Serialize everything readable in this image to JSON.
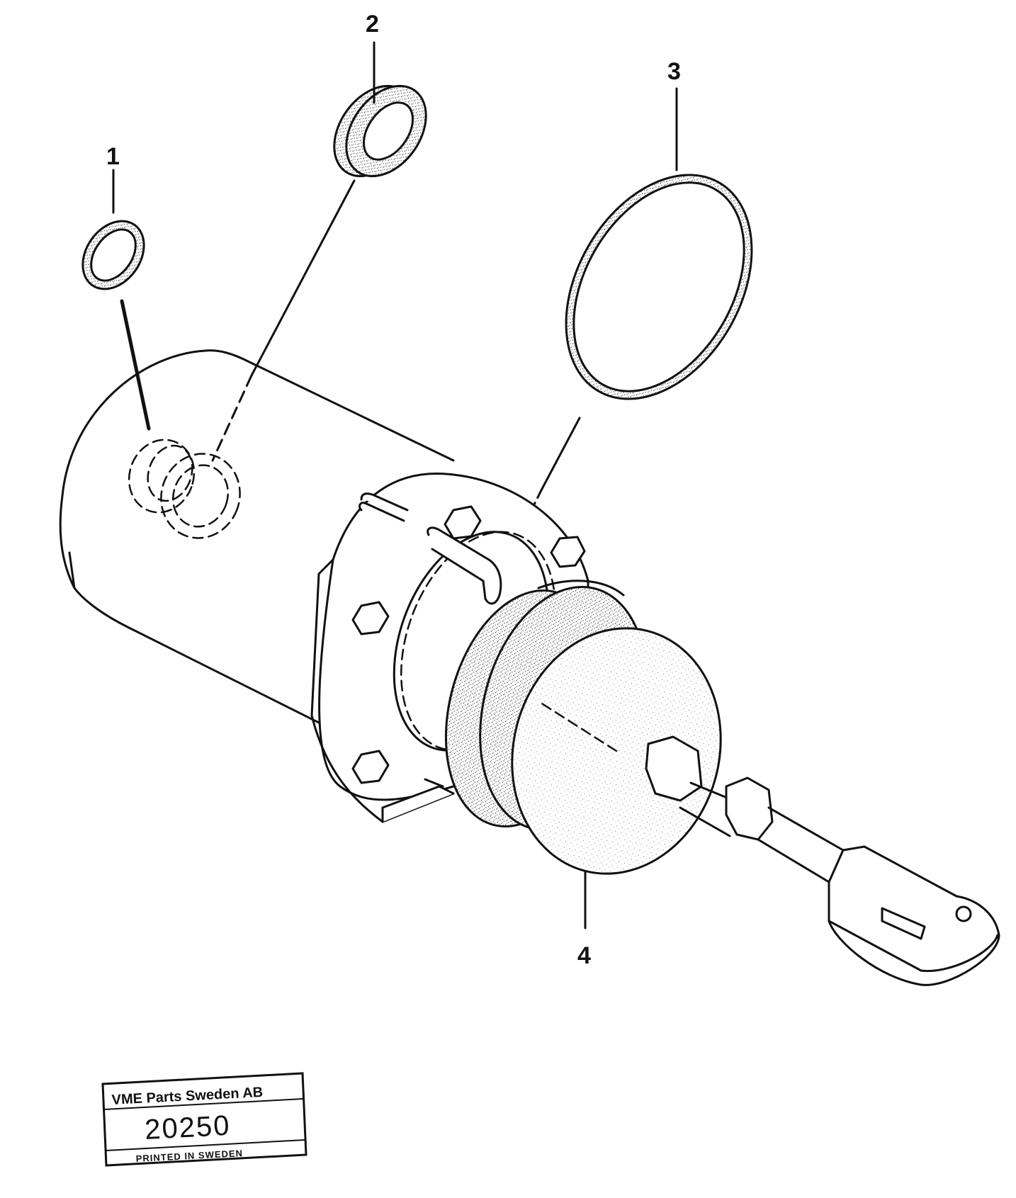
{
  "callouts": {
    "item1": "1",
    "item2": "2",
    "item3": "3",
    "item4": "4"
  },
  "stamp": {
    "company": "VME Parts Sweden AB",
    "number": "20250",
    "printed": "PRINTED IN SWEDEN"
  },
  "colors": {
    "ink": "#111111",
    "paper": "#ffffff",
    "stipple": "#555555"
  }
}
